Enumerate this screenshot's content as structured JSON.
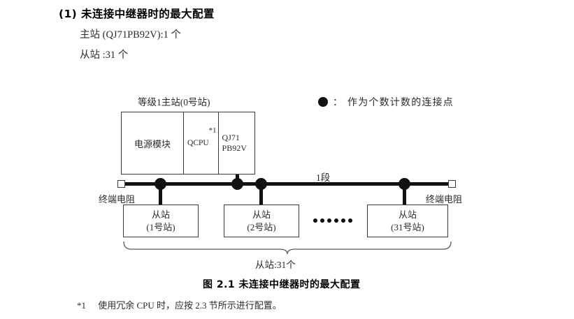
{
  "heading": {
    "number": "(1)",
    "title": "未连接中继器时的最大配置",
    "specs": [
      "主站 (QJ71PB92V):1 个",
      "从站 :31 个"
    ]
  },
  "legend": {
    "symbol": "filled-circle",
    "separator": "：",
    "text": "作为个数计数的连接点"
  },
  "diagram": {
    "master_caption": "等级1主站(0号站)",
    "rack": {
      "power_label": "电源模块",
      "cpu_label": "QCPU",
      "cpu_note": "*1",
      "network_line1": "QJ71",
      "network_line2": "PB92V"
    },
    "segment_label": "1段",
    "terminator_left": "终端电阻",
    "terminator_right": "终端电阻",
    "slaves": [
      {
        "line1": "从站",
        "line2": "(1号站)"
      },
      {
        "line1": "从站",
        "line2": "(2号站)"
      },
      {
        "line1": "从站",
        "line2": "(31号站)"
      }
    ],
    "ellipsis_count": 6,
    "brace_label": "从站:31个",
    "connection_node_count": 4
  },
  "figure": {
    "caption": "图 2.1  未连接中继器时的最大配置"
  },
  "footnote": {
    "marker": "*1",
    "text": "使用冗余 CPU 时，应按 2.3 节所示进行配置。"
  },
  "colors": {
    "ink": "#111111",
    "text": "#2b2b2b",
    "box_border": "#3b3b3b",
    "background": "#ffffff"
  }
}
